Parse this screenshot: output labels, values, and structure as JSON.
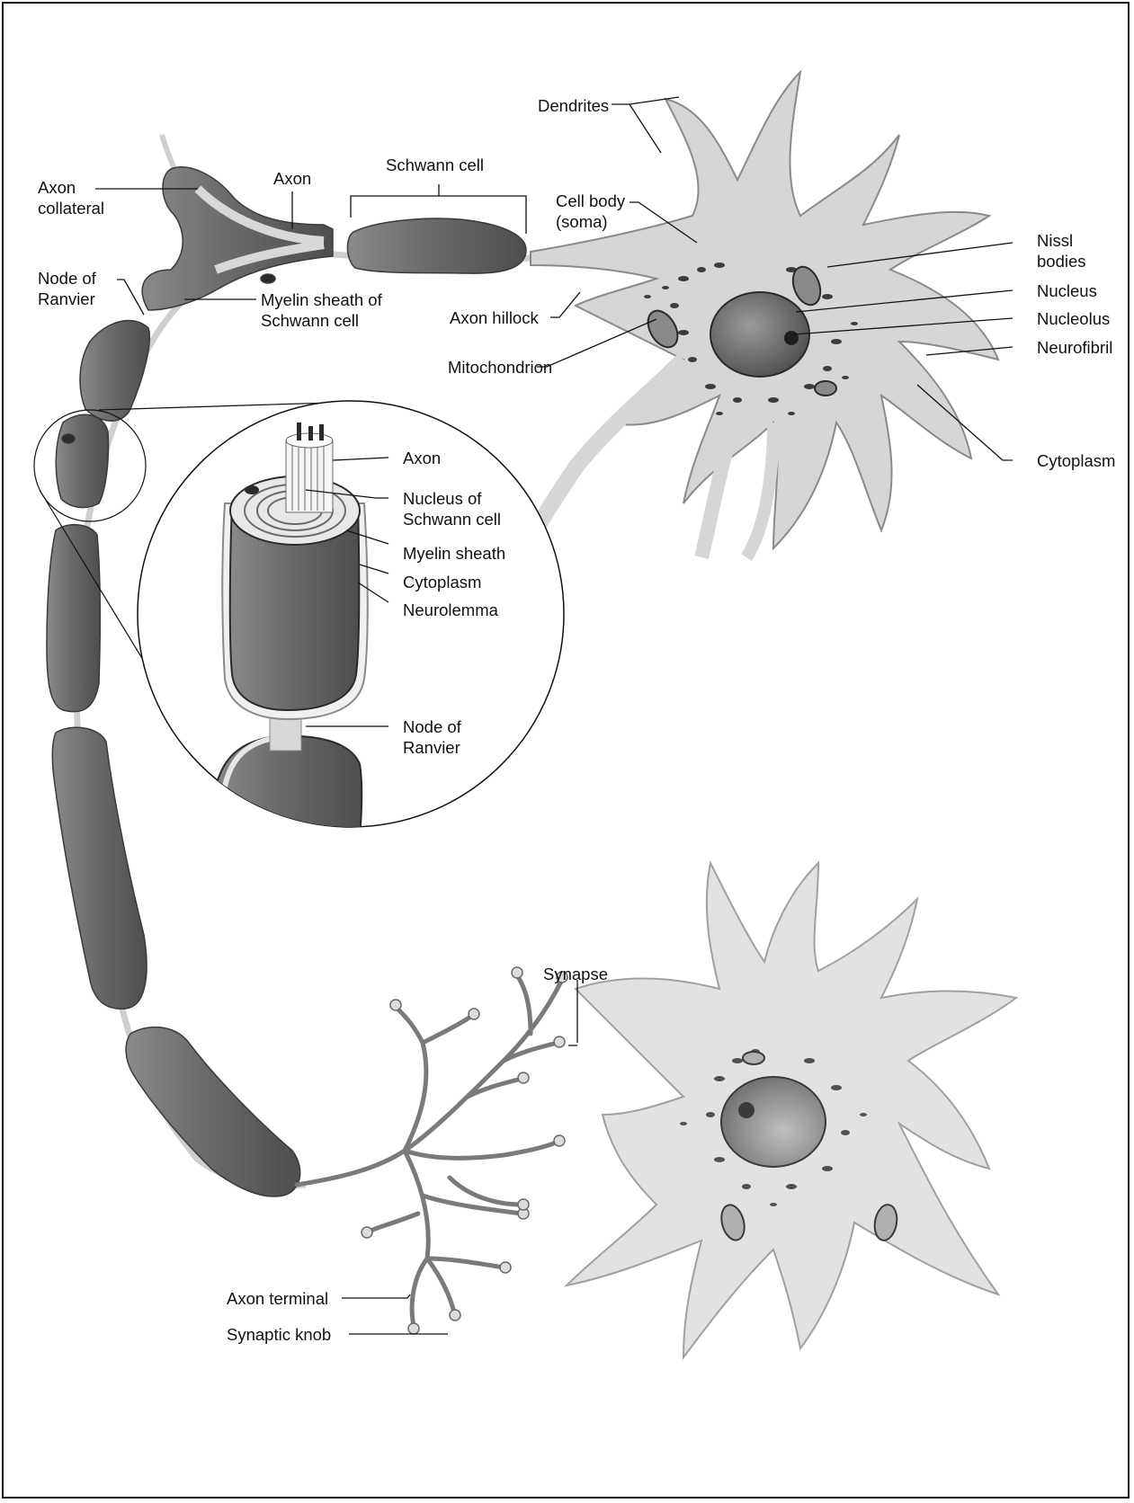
{
  "colors": {
    "sheath": "#6a6a6a",
    "sheath_dark": "#4a4a4a",
    "sheath_light": "#9a9a9a",
    "axon": "#d8d8d8",
    "cell": "#d6d6d6",
    "cell_edge": "#8a8a8a",
    "organelle": "#3c3c3c",
    "line": "#111111"
  },
  "labels": {
    "dendrites": "Dendrites",
    "schwann_cell": "Schwann cell",
    "axon_top": "Axon",
    "axon_collateral": "Axon\ncollateral",
    "cell_body": "Cell body\n(soma)",
    "nissl_bodies": "Nissl\nbodies",
    "node_of_ranvier_top": "Node of\nRanvier",
    "myelin_sheath_of_schwann_cell": "Myelin sheath of\nSchwann cell",
    "nucleus": "Nucleus",
    "axon_hillock": "Axon hillock",
    "nucleolus": "Nucleolus",
    "neurofibril": "Neurofibril",
    "mitochondrion": "Mitochondrion",
    "cytoplasm_right": "Cytoplasm",
    "inset_axon": "Axon",
    "nucleus_of_schwann_cell": "Nucleus of\nSchwann cell",
    "myelin_sheath": "Myelin sheath",
    "inset_cytoplasm": "Cytoplasm",
    "neurolemma": "Neurolemma",
    "inset_node_of_ranvier": "Node of\nRanvier",
    "synapse": "Synapse",
    "axon_terminal": "Axon terminal",
    "synaptic_knob": "Synaptic knob"
  }
}
